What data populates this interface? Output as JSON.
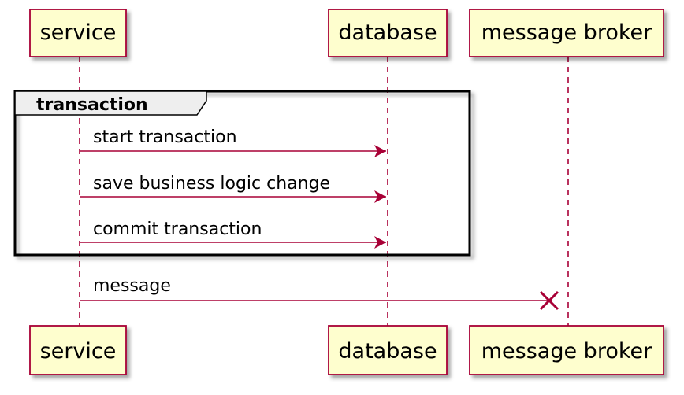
{
  "diagram": {
    "type": "sequence",
    "participants": [
      {
        "id": "service",
        "label": "service"
      },
      {
        "id": "database",
        "label": "database"
      },
      {
        "id": "broker",
        "label": "message broker"
      }
    ],
    "group": {
      "label": "transaction",
      "messages": [
        {
          "from": "service",
          "to": "database",
          "label": "start transaction"
        },
        {
          "from": "service",
          "to": "database",
          "label": "save business logic change"
        },
        {
          "from": "service",
          "to": "database",
          "label": "commit transaction"
        }
      ]
    },
    "messages_after_group": [
      {
        "from": "service",
        "to": "broker",
        "label": "message",
        "end": "destroy"
      }
    ],
    "colors": {
      "participant_fill": "#FEFECE",
      "participant_border": "#A80036",
      "lifeline": "#A80036",
      "arrow": "#A80036",
      "group_border": "#000000",
      "group_tab_fill": "#EEEEEE"
    }
  }
}
